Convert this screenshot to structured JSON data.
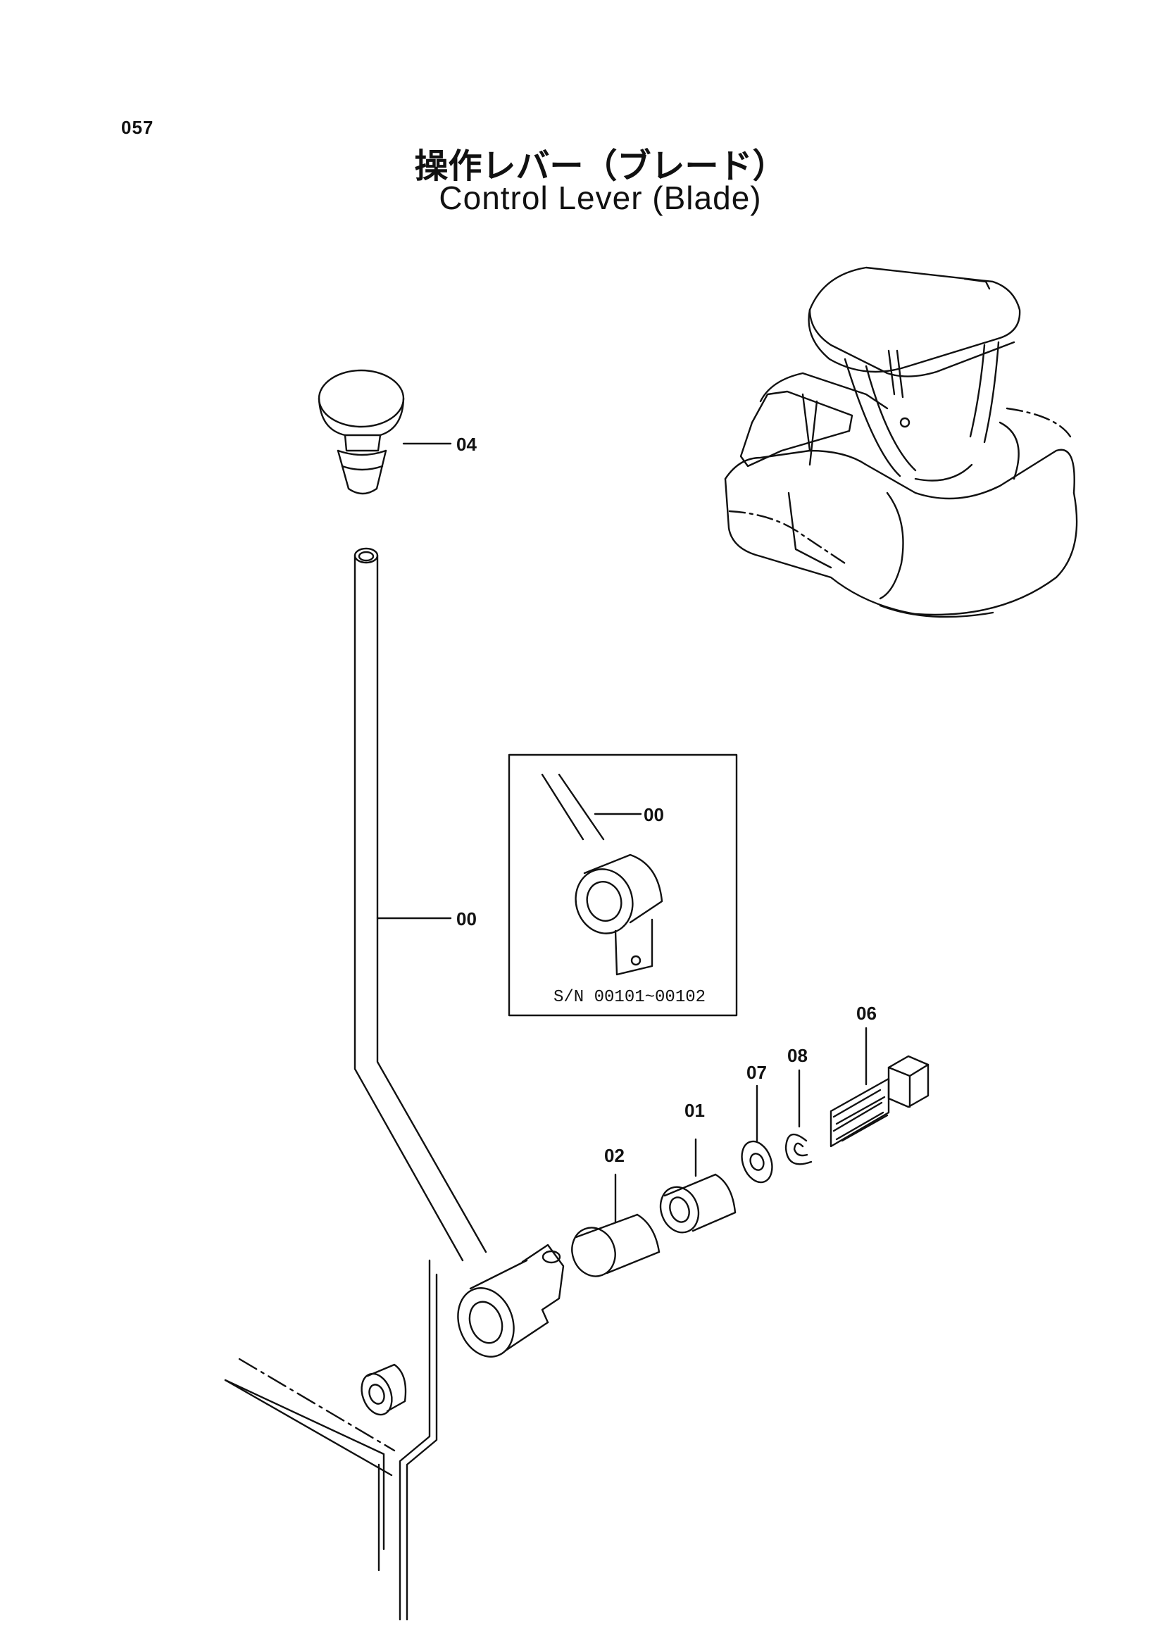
{
  "page": {
    "number": "057",
    "title_ja": "操作レバー（ブレード）",
    "title_en": "Control Lever (Blade)"
  },
  "callouts": {
    "knob": "04",
    "lever": "00",
    "inset_lever": "00",
    "bolt": "06",
    "ring": "08",
    "washer": "07",
    "bushing_a": "01",
    "bushing_b": "02"
  },
  "inset": {
    "serial_range": "S/N 00101~00102"
  }
}
